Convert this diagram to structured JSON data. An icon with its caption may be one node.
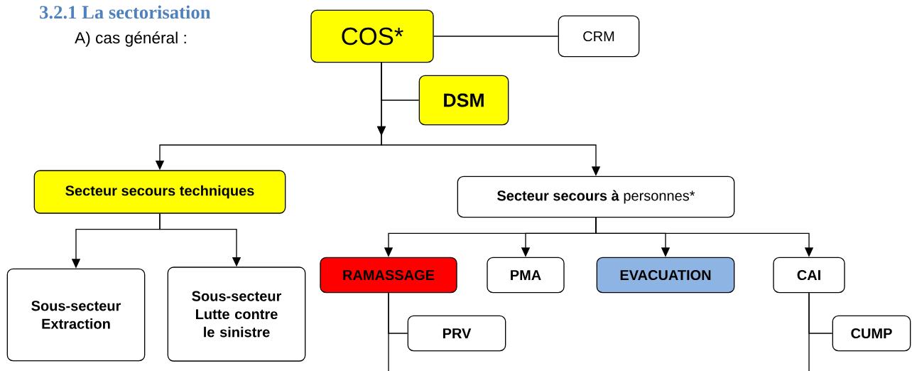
{
  "diagram": {
    "title": "3.2.1 La sectorisation",
    "nodes": [
      {
        "text": [
          "COS*"
        ]
      },
      {
        "text": [
          "CRM"
        ]
      },
      {
        "text": [
          "DSM"
        ]
      },
      {
        "text": [
          "Secteur secours techniques"
        ]
      },
      {
        "text": [
          "**Secteur secours à** personnes*"
        ]
      },
      {
        "text": [
          "Sous-secteur Extraction"
        ]
      },
      {
        "text": [
          "Sous-secteur Lutte contre le sinistre"
        ]
      },
      {
        "text": [
          "RAMASSAGE"
        ]
      },
      {
        "text": [
          "PMA"
        ]
      },
      {
        "text": [
          "EVACUATION"
        ]
      },
      {
        "text": [
          "CAI"
        ]
      },
      {
        "text": [
          "PRV"
        ]
      },
      {
        "text": [
          "CUMP"
        ]
      }
    ],
    "edges": [
      {
        "from": 0,
        "to": 1,
        "arrow": "none"
      },
      {
        "from": 0,
        "to": 2,
        "arrow": "none"
      },
      {
        "from": 0,
        "to": 3,
        "arrow": "to"
      },
      {
        "from": 0,
        "to": 4,
        "arrow": "to"
      },
      {
        "from": 3,
        "to": 5,
        "arrow": "to"
      },
      {
        "from": 3,
        "to": 6,
        "arrow": "to"
      },
      {
        "from": 4,
        "to": 7,
        "arrow": "to"
      },
      {
        "from": 4,
        "to": 8,
        "arrow": "to"
      },
      {
        "from": 4,
        "to": 9,
        "arrow": "to"
      },
      {
        "from": 4,
        "to": 10,
        "arrow": "to"
      },
      {
        "from": 7,
        "to": 11,
        "arrow": "none"
      },
      {
        "from": 7,
        "to": null,
        "arrow": "none"
      },
      {
        "from": 10,
        "to": 12,
        "arrow": "none"
      },
      {
        "from": 10,
        "to": null,
        "arrow": "none"
      }
    ],
    "labels": [
      "A) cas général :"
    ]
  }
}
